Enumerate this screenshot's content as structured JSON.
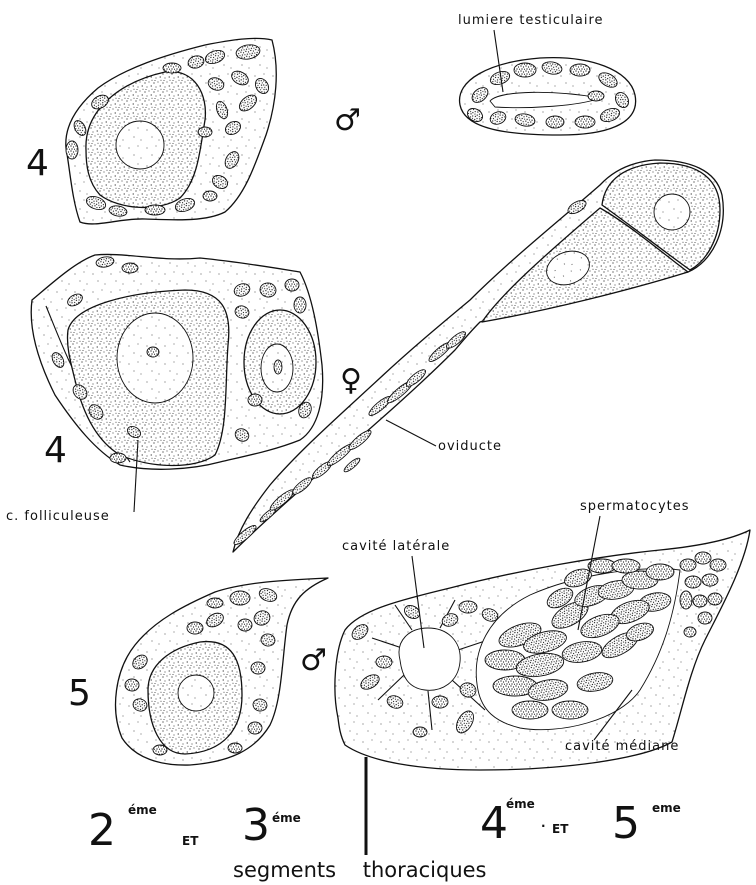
{
  "figure": {
    "labels": {
      "lumiere_testiculaire": "lumiere testiculaire",
      "c_folliculeuse": "c. folliculeuse",
      "oviducte": "oviducte",
      "cavite_laterale": "cavité latérale",
      "spermatocytes": "spermatocytes",
      "cavite_mediane": "cavité médiane"
    },
    "panel_numbers": {
      "upper_left": "4",
      "middle_left": "4",
      "lower_left": "5"
    },
    "sex_symbols": {
      "upper": "♂",
      "middle": "♀",
      "lower": "♂"
    }
  },
  "footer": {
    "left_group": {
      "n2": "2",
      "sup2": "éme",
      "et": "ET",
      "n3": "3",
      "sup3": "éme"
    },
    "right_group": {
      "n4": "4",
      "sup4": "éme",
      "dot": "·",
      "et": "ET",
      "n5": "5",
      "sup5": "eme"
    },
    "caption": "segments thoraciques"
  }
}
